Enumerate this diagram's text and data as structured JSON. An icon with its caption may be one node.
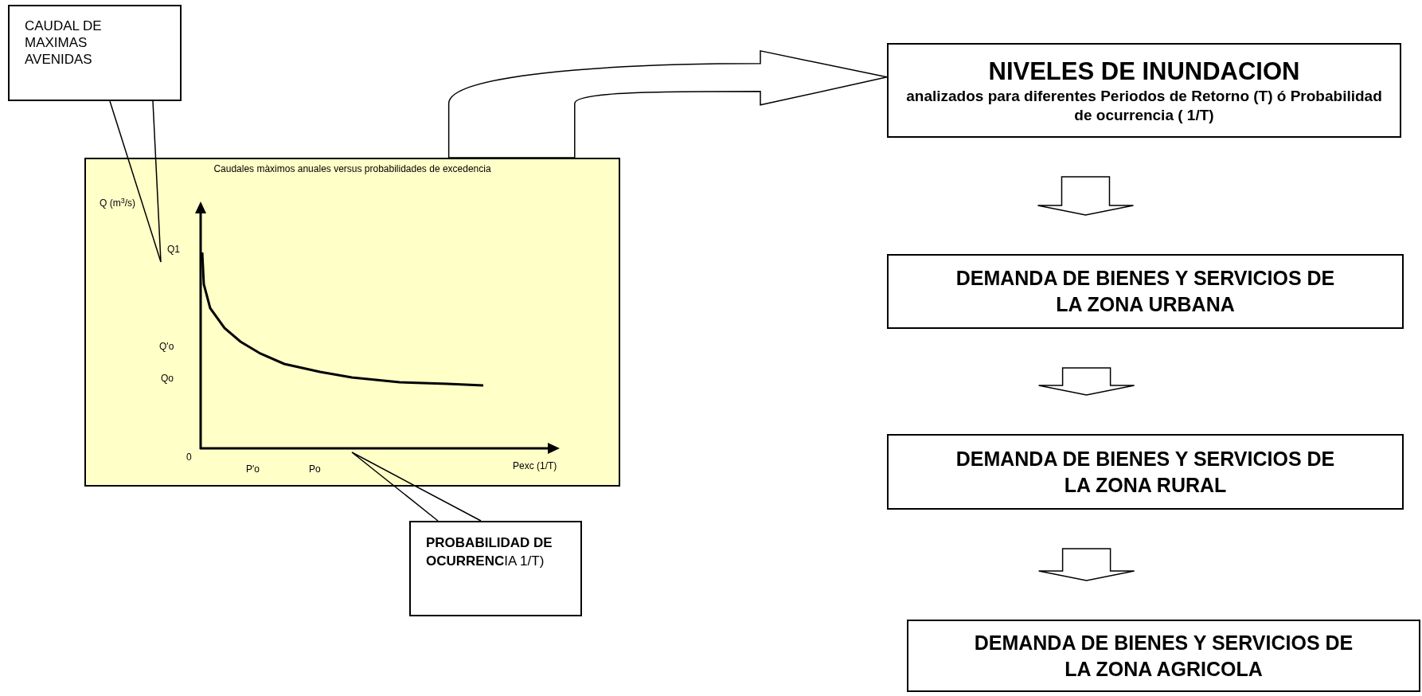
{
  "diagram": {
    "nodes": [
      {
        "text": [
          "CAUDAL DE MAXIMAS AVENIDAS"
        ]
      },
      {
        "text": [
          "Caudales màximos anuales versus probabilidades de excedencia"
        ]
      },
      {
        "text": [
          "NIVELES DE INUNDACION",
          "analizados para diferentes Periodos de Retorno (T) ó Probabilidad de ocurrencia ( 1/T)"
        ]
      },
      {
        "text": [
          "DEMANDA DE BIENES Y SERVICIOS DE LA ZONA URBANA"
        ]
      },
      {
        "text": [
          "DEMANDA DE BIENES Y SERVICIOS DE LA ZONA RURAL"
        ]
      },
      {
        "text": [
          "DEMANDA DE BIENES Y SERVICIOS DE LA ZONA AGRICOLA"
        ]
      },
      {
        "text": [
          "**PROBABILIDAD DE OCURRENC**IA 1/T)"
        ]
      }
    ],
    "edges": [
      {
        "from": 1,
        "to": 2,
        "arrow": "to"
      },
      {
        "from": 2,
        "to": 3,
        "arrow": "to"
      },
      {
        "from": 3,
        "to": 4,
        "arrow": "to"
      },
      {
        "from": 4,
        "to": 5,
        "arrow": "to"
      },
      {
        "from": 0,
        "to": null,
        "arrow": "none"
      },
      {
        "from": 6,
        "to": null,
        "arrow": "none"
      }
    ],
    "labels": [
      "Q (m$^{3}$/s)",
      "Q1",
      "Q'o",
      "Qo",
      "0",
      "P'o",
      "Po",
      "Pexc (1/T)"
    ]
  }
}
